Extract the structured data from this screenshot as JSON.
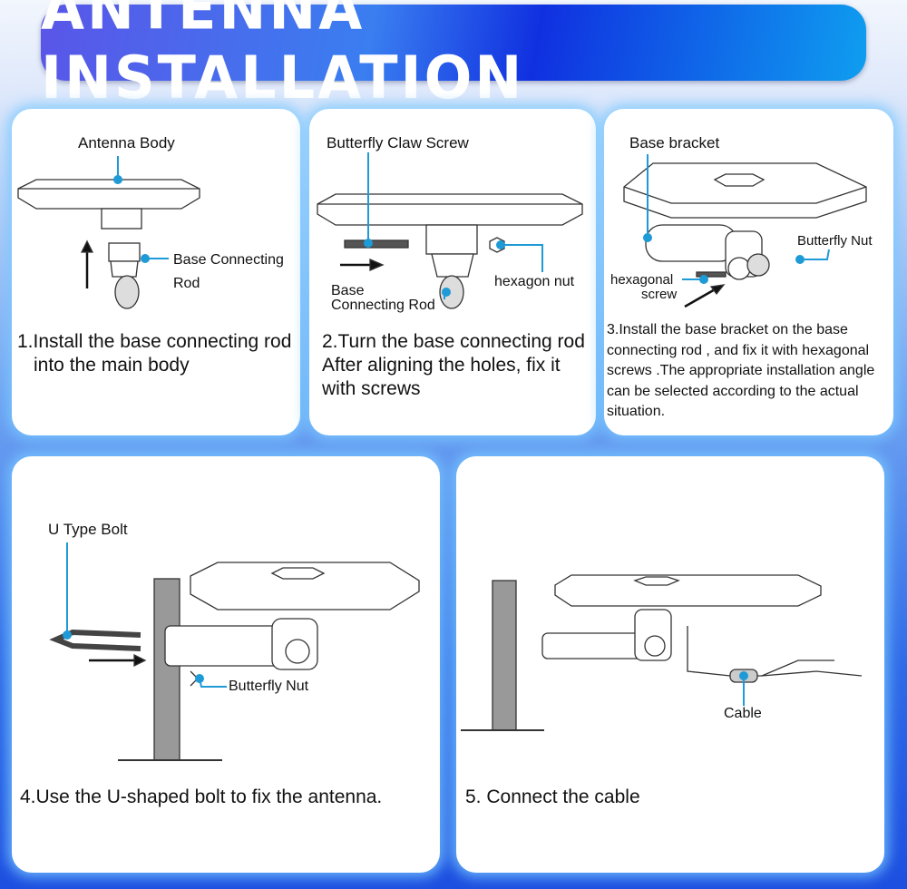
{
  "title": "ANTENNA INSTALLATION",
  "steps": [
    {
      "text": "1.Install the base connecting rod into the main body",
      "labels": {
        "body": "Antenna Body",
        "rod_1": "Base Connecting",
        "rod_2": "Rod"
      }
    },
    {
      "text": "2.Turn the base connecting rod After aligning the holes, fix it with screws",
      "labels": {
        "screw": "Butterfly Claw Screw",
        "nut": "hexagon nut",
        "rod_1": "Base",
        "rod_2": "Connecting Rod"
      }
    },
    {
      "text": "3.Install the base bracket on the base connecting rod , and fix it with hexagonal screws .The appropriate installation angle can be selected according to the actual situation.",
      "labels": {
        "bracket": "Base bracket",
        "nut": "Butterfly Nut",
        "screw_1": "hexagonal",
        "screw_2": "screw"
      }
    },
    {
      "text": "4.Use the U-shaped bolt to fix the antenna.",
      "labels": {
        "bolt": "U Type Bolt",
        "nut": "Butterfly Nut"
      }
    },
    {
      "text": "5. Connect the cable",
      "labels": {
        "cable": "Cable"
      }
    }
  ],
  "colors": {
    "accent": "#1e9ad6",
    "banner": "#1030e0"
  }
}
